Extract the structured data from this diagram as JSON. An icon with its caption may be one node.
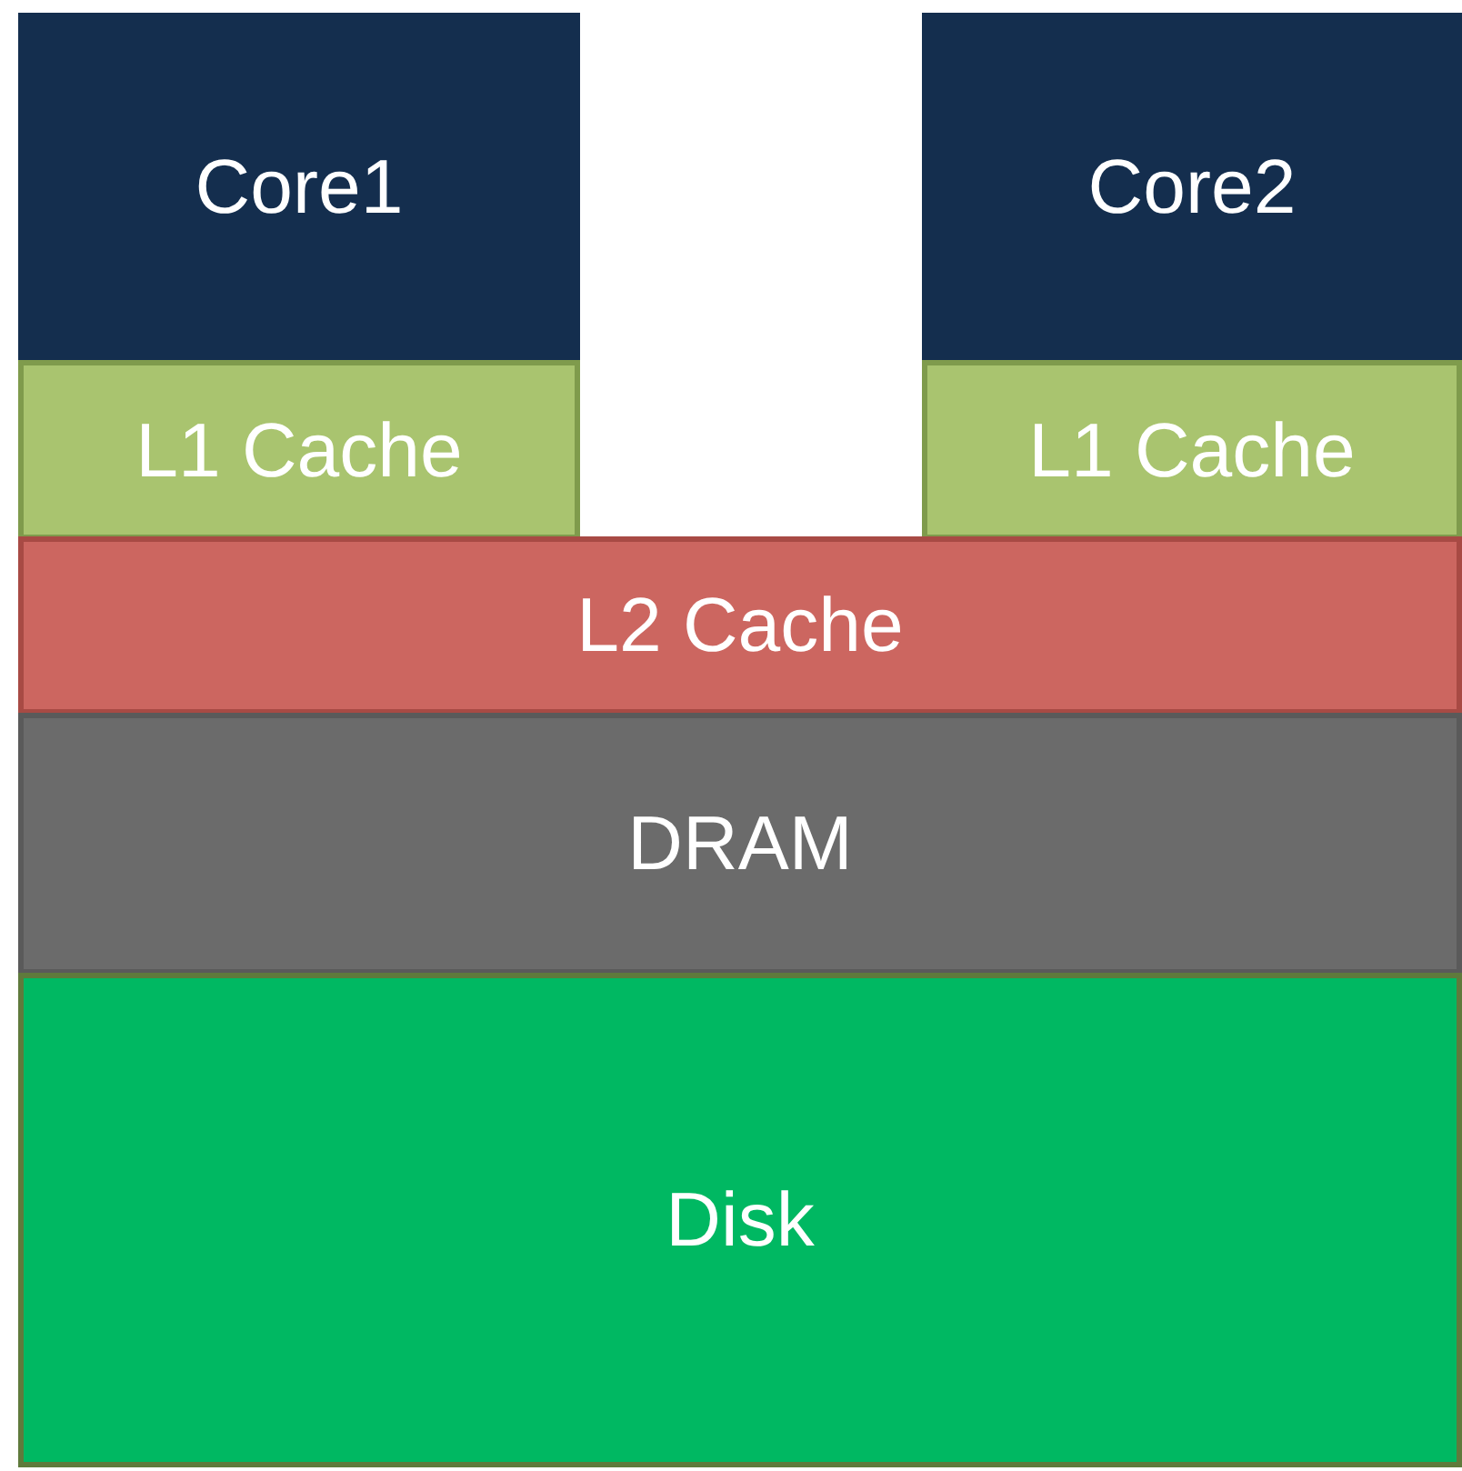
{
  "diagram": {
    "nodes": [
      {
        "text": [
          "Core1"
        ]
      },
      {
        "text": [
          "Core2"
        ]
      },
      {
        "text": [
          "L1 Cache"
        ]
      },
      {
        "text": [
          "L1 Cache"
        ]
      },
      {
        "text": [
          "L2 Cache"
        ]
      },
      {
        "text": [
          "DRAM"
        ]
      },
      {
        "text": [
          "Disk"
        ]
      }
    ]
  }
}
